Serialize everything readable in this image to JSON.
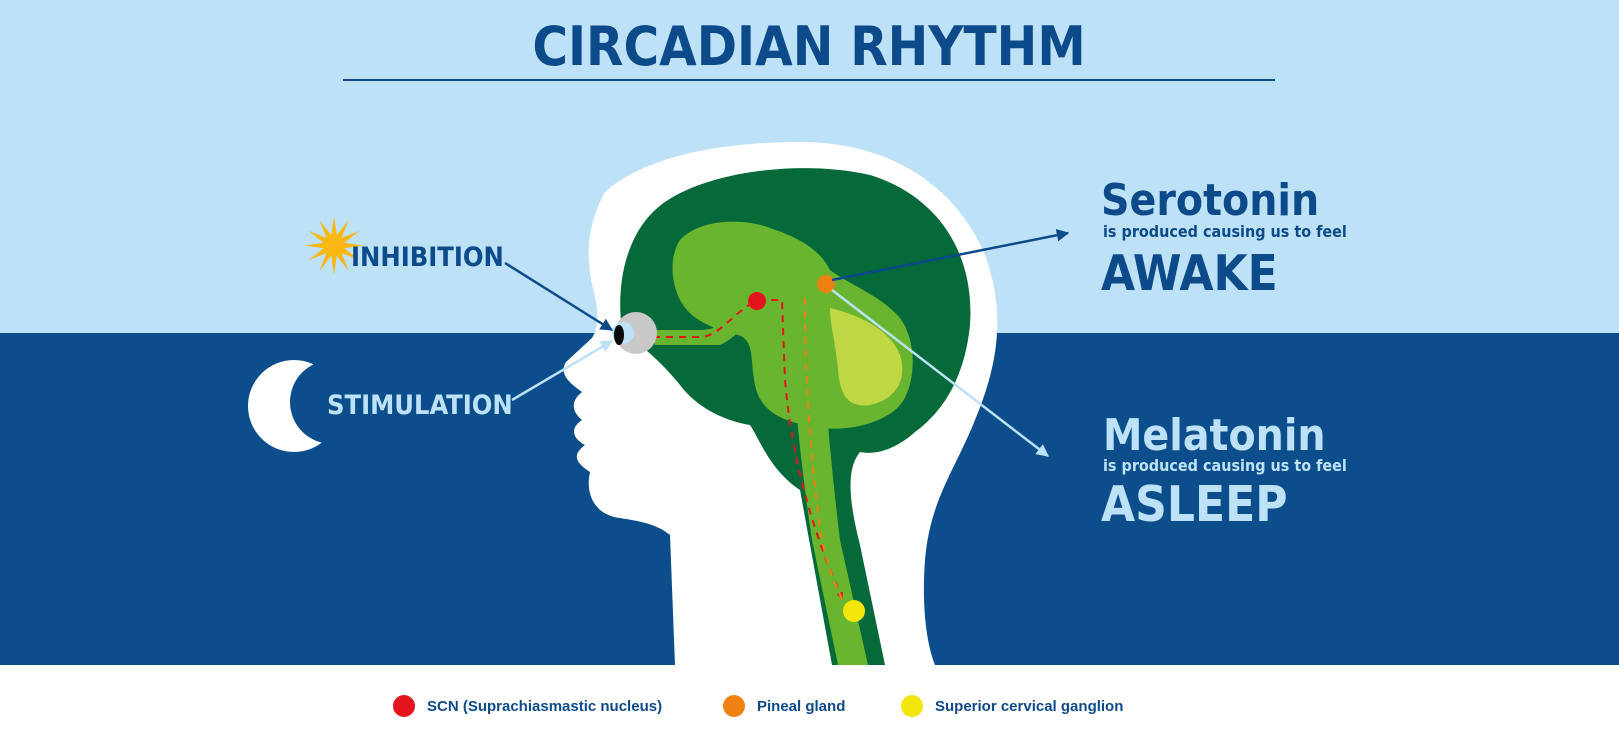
{
  "title": "CIRCADIAN RHYTHM",
  "inputs": {
    "inhibition_label": "INHIBITION",
    "stimulation_label": "STIMULATION"
  },
  "outputs": {
    "serotonin": {
      "name": "Serotonin",
      "caption": "is produced causing us to feel",
      "state": "AWAKE"
    },
    "melatonin": {
      "name": "Melatonin",
      "caption": "is produced causing us to feel",
      "state": "ASLEEP"
    }
  },
  "legend": [
    {
      "label": "SCN (Suprachiasmastic nucleus)",
      "color": "#e3141b"
    },
    {
      "label": "Pineal gland",
      "color": "#ef8113"
    },
    {
      "label": "Superior cervical ganglion",
      "color": "#f4e60a"
    }
  ],
  "colors": {
    "day_sky": "#bde2f7",
    "night_sky": "#0c4e8b",
    "text_dark_blue": "#0d4a8a",
    "text_light_blue": "#bde2f7",
    "sun": "#fbb713",
    "brain_dark": "#05693a",
    "brain_mid": "#69b52f",
    "brain_light": "#bfd744"
  },
  "icons": [
    "sun-icon",
    "moon-icon",
    "eye-icon"
  ]
}
